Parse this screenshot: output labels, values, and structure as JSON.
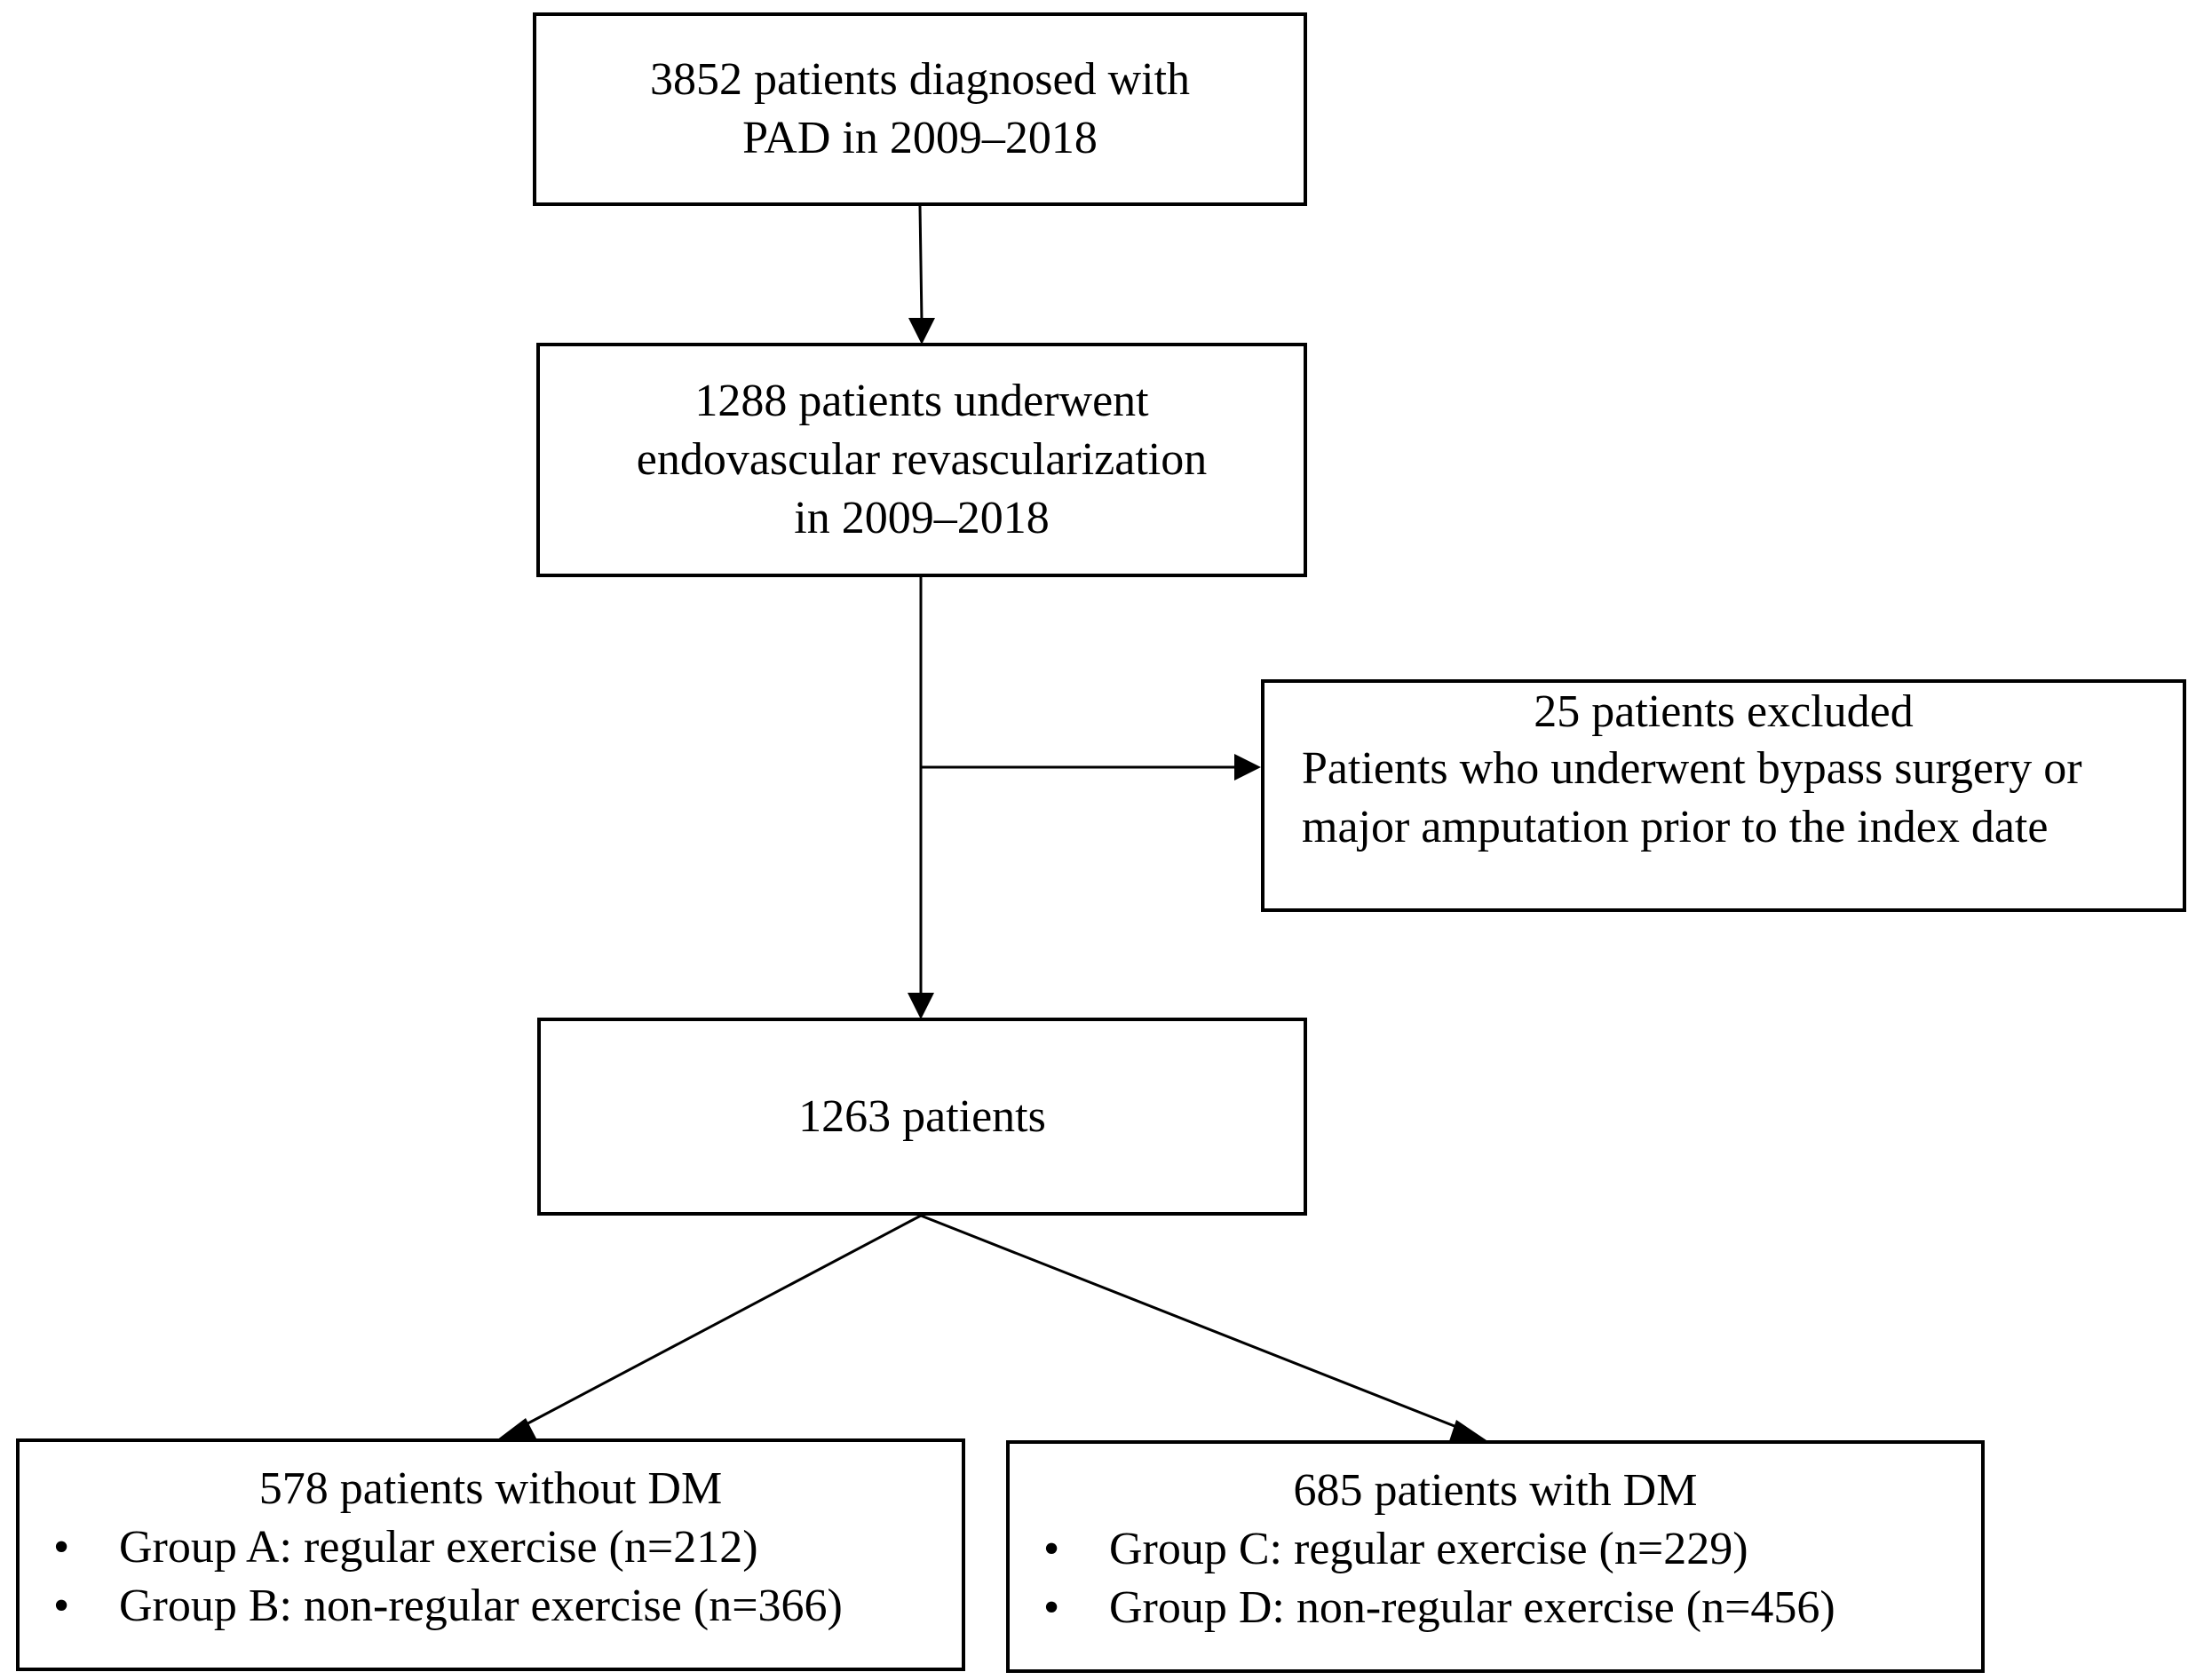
{
  "flowchart": {
    "step1": {
      "lines": [
        "3852 patients diagnosed with",
        "PAD in 2009–2018"
      ]
    },
    "step2": {
      "lines": [
        "1288 patients underwent",
        "endovascular revascularization",
        "in 2009–2018"
      ]
    },
    "exclusion": {
      "title": "25 patients excluded",
      "detail": "Patients who underwent bypass surgery or major amputation prior to the index date"
    },
    "step3": {
      "lines": [
        "1263 patients"
      ]
    },
    "without_dm": {
      "title": "578 patients without DM",
      "groups": [
        "Group A: regular exercise (n=212)",
        "Group B: non-regular exercise (n=366)"
      ]
    },
    "with_dm": {
      "title": "685 patients with DM",
      "groups": [
        "Group C: regular exercise (n=229)",
        "Group D: non-regular exercise (n=456)"
      ]
    }
  }
}
